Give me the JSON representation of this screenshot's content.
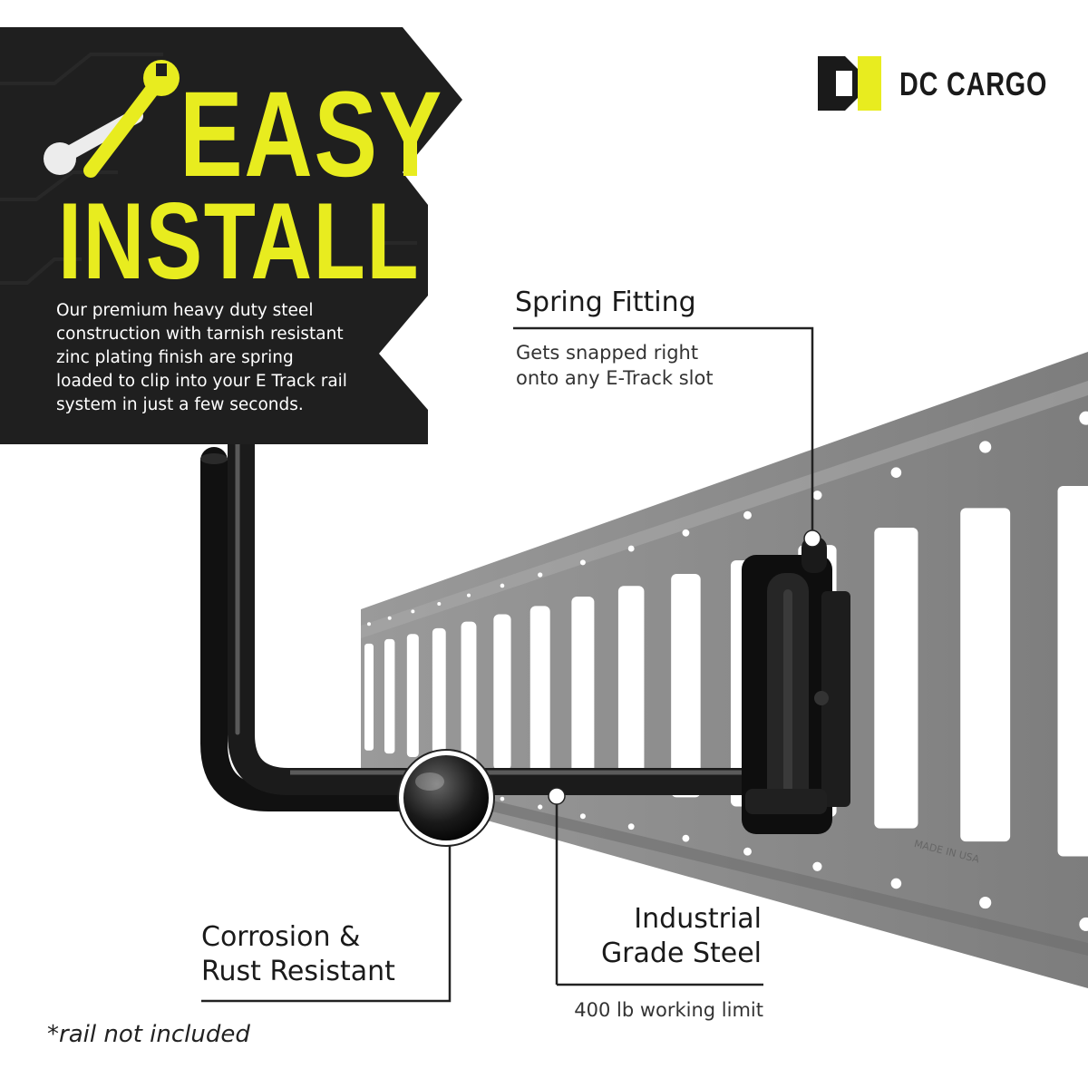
{
  "brand": {
    "name": "DC CARGO",
    "colors": {
      "yellow": "#e8ec1f",
      "black": "#1a1a1a"
    }
  },
  "banner": {
    "headline_line1": "EASY",
    "headline_line2": "INSTALL",
    "body_line1": "Our premium heavy duty steel",
    "body_line2": "construction with tarnish resistant",
    "body_line3": "zinc plating finish are spring",
    "body_line4": "loaded to clip into your E Track rail",
    "body_line5": "system in just a few seconds.",
    "icon": "wrench-icon",
    "background": "#1f1f1f",
    "accent": "#e8ec1f"
  },
  "callouts": {
    "spring_fitting": {
      "title": "Spring Fitting",
      "sub_line1": "Gets snapped right",
      "sub_line2": "onto any E-Track slot"
    },
    "corrosion": {
      "title_line1": "Corrosion &",
      "title_line2": "Rust Resistant"
    },
    "steel": {
      "title_line1": "Industrial",
      "title_line2": "Grade Steel",
      "sub": "400 lb working limit"
    }
  },
  "rail": {
    "stamp": "MADE IN USA",
    "color": "#8c8c8c"
  },
  "footnote": "*rail not included"
}
